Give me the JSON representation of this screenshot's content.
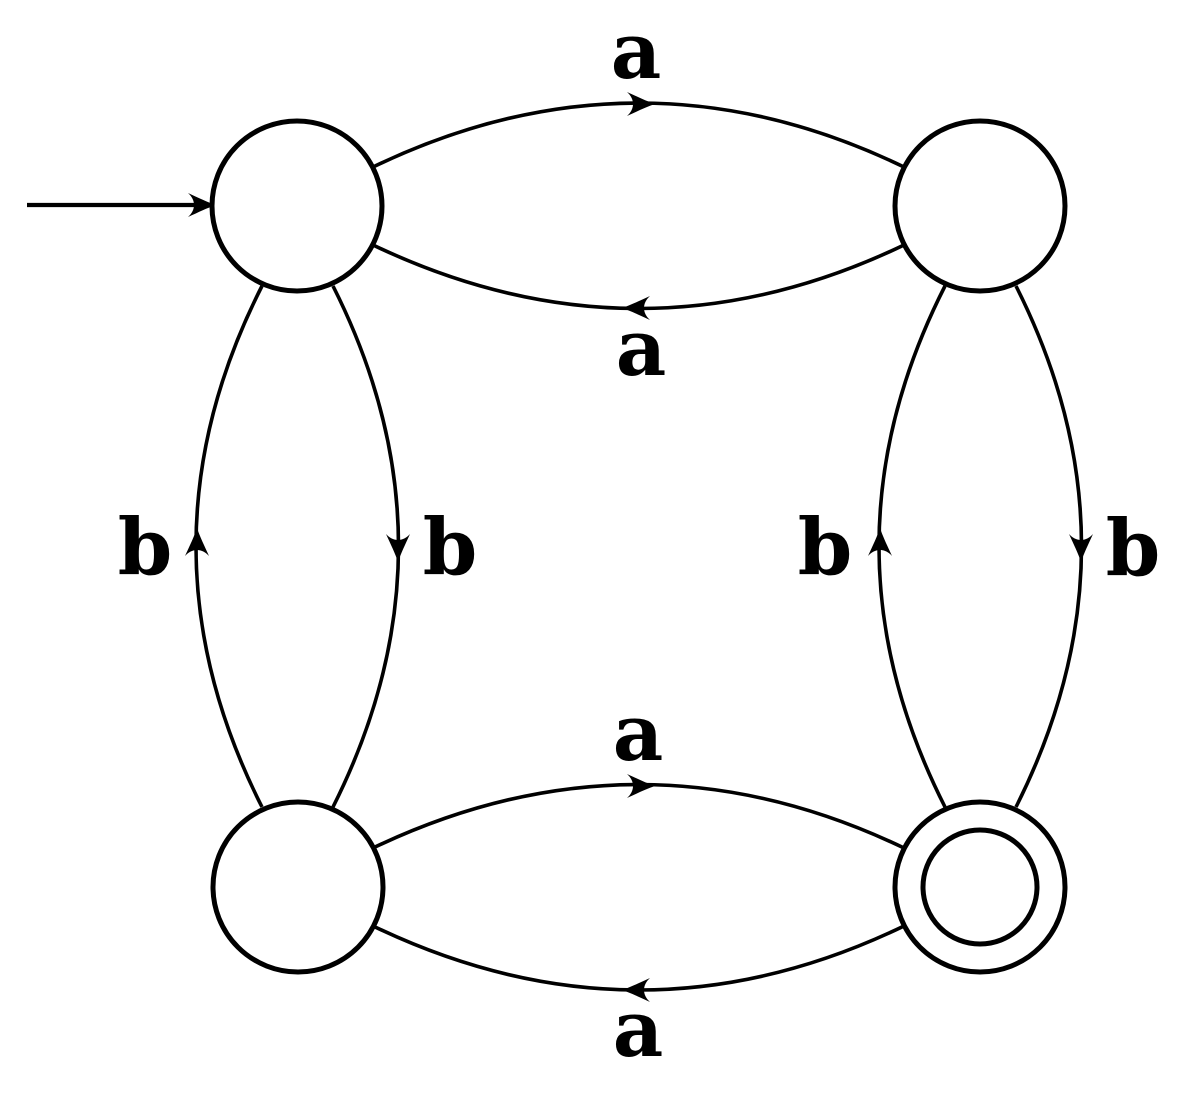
{
  "diagram": {
    "kind": "finite-automaton-state-diagram",
    "background_color": "#ffffff",
    "stroke_color": "#000000",
    "states": [
      {
        "position": "top-left",
        "is_start": true,
        "is_accepting": false
      },
      {
        "position": "top-right",
        "is_start": false,
        "is_accepting": false
      },
      {
        "position": "bottom-left",
        "is_start": false,
        "is_accepting": false
      },
      {
        "position": "bottom-right",
        "is_start": false,
        "is_accepting": true
      }
    ],
    "transitions": [
      {
        "from": "top-left",
        "to": "top-right",
        "label": "a"
      },
      {
        "from": "top-right",
        "to": "top-left",
        "label": "a"
      },
      {
        "from": "bottom-left",
        "to": "top-left",
        "label": "b"
      },
      {
        "from": "top-left",
        "to": "bottom-left",
        "label": "b"
      },
      {
        "from": "bottom-right",
        "to": "top-right",
        "label": "b"
      },
      {
        "from": "top-right",
        "to": "bottom-right",
        "label": "b"
      },
      {
        "from": "bottom-left",
        "to": "bottom-right",
        "label": "a"
      },
      {
        "from": "bottom-right",
        "to": "bottom-left",
        "label": "a"
      }
    ]
  }
}
